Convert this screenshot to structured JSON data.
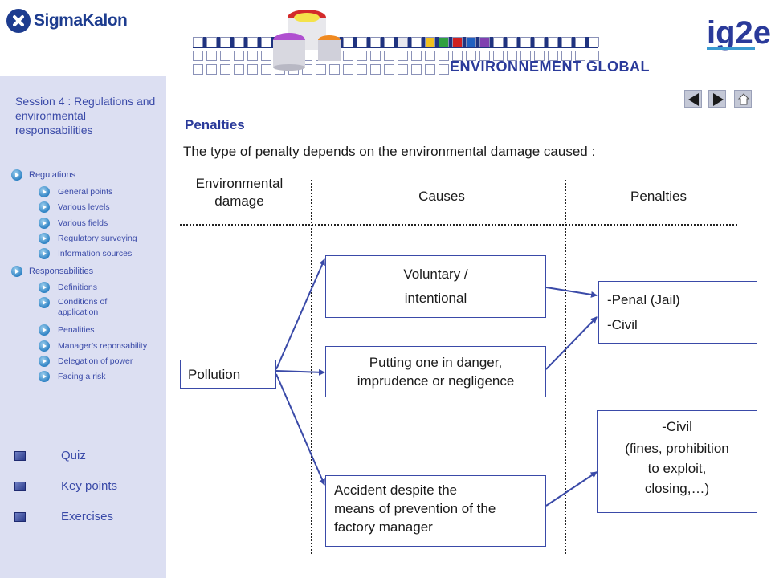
{
  "header": {
    "brand": "SigmaKalon",
    "logo_right": "ig2e",
    "title": "ENVIRONNEMENT GLOBAL"
  },
  "sidebar": {
    "session_title": "Session 4 : Regulations and environmental responsabilities",
    "sections": [
      {
        "label": "Regulations",
        "items": [
          "General points",
          "Various levels",
          "Various fields",
          "Regulatory surveying",
          "Information sources"
        ]
      },
      {
        "label": "Responsabilities",
        "items": [
          "Definitions",
          "Conditions of application",
          "Penalities",
          "Manager’s reponsability",
          "Delegation of power",
          "Facing a risk"
        ]
      }
    ],
    "bottom_links": [
      "Quiz",
      "Key points",
      "Exercises"
    ]
  },
  "nav": {
    "prev_icon": "arrow-left-icon",
    "next_icon": "arrow-right-icon",
    "home_icon": "home-icon"
  },
  "content": {
    "title": "Penalties",
    "intro": "The type of penalty depends on the environmental damage caused :",
    "columns": {
      "damage": "Environmental damage",
      "causes": "Causes",
      "penalties": "Penalties"
    },
    "damage_box": "Pollution",
    "causes": [
      [
        "Voluntary /",
        "intentional"
      ],
      [
        "Putting one in danger,",
        "imprudence or negligence"
      ],
      [
        "Accident despite the",
        "means of prevention of the",
        "factory manager"
      ]
    ],
    "penalties": [
      [
        "-Penal (Jail)",
        "-Civil"
      ],
      [
        "-Civil",
        "(fines, prohibition",
        "to exploit,",
        "closing,…)"
      ]
    ]
  },
  "colors": {
    "accent": "#2a3a9a",
    "sidebar_bg": "#dcdff2",
    "box_border": "#3a4aa8"
  }
}
